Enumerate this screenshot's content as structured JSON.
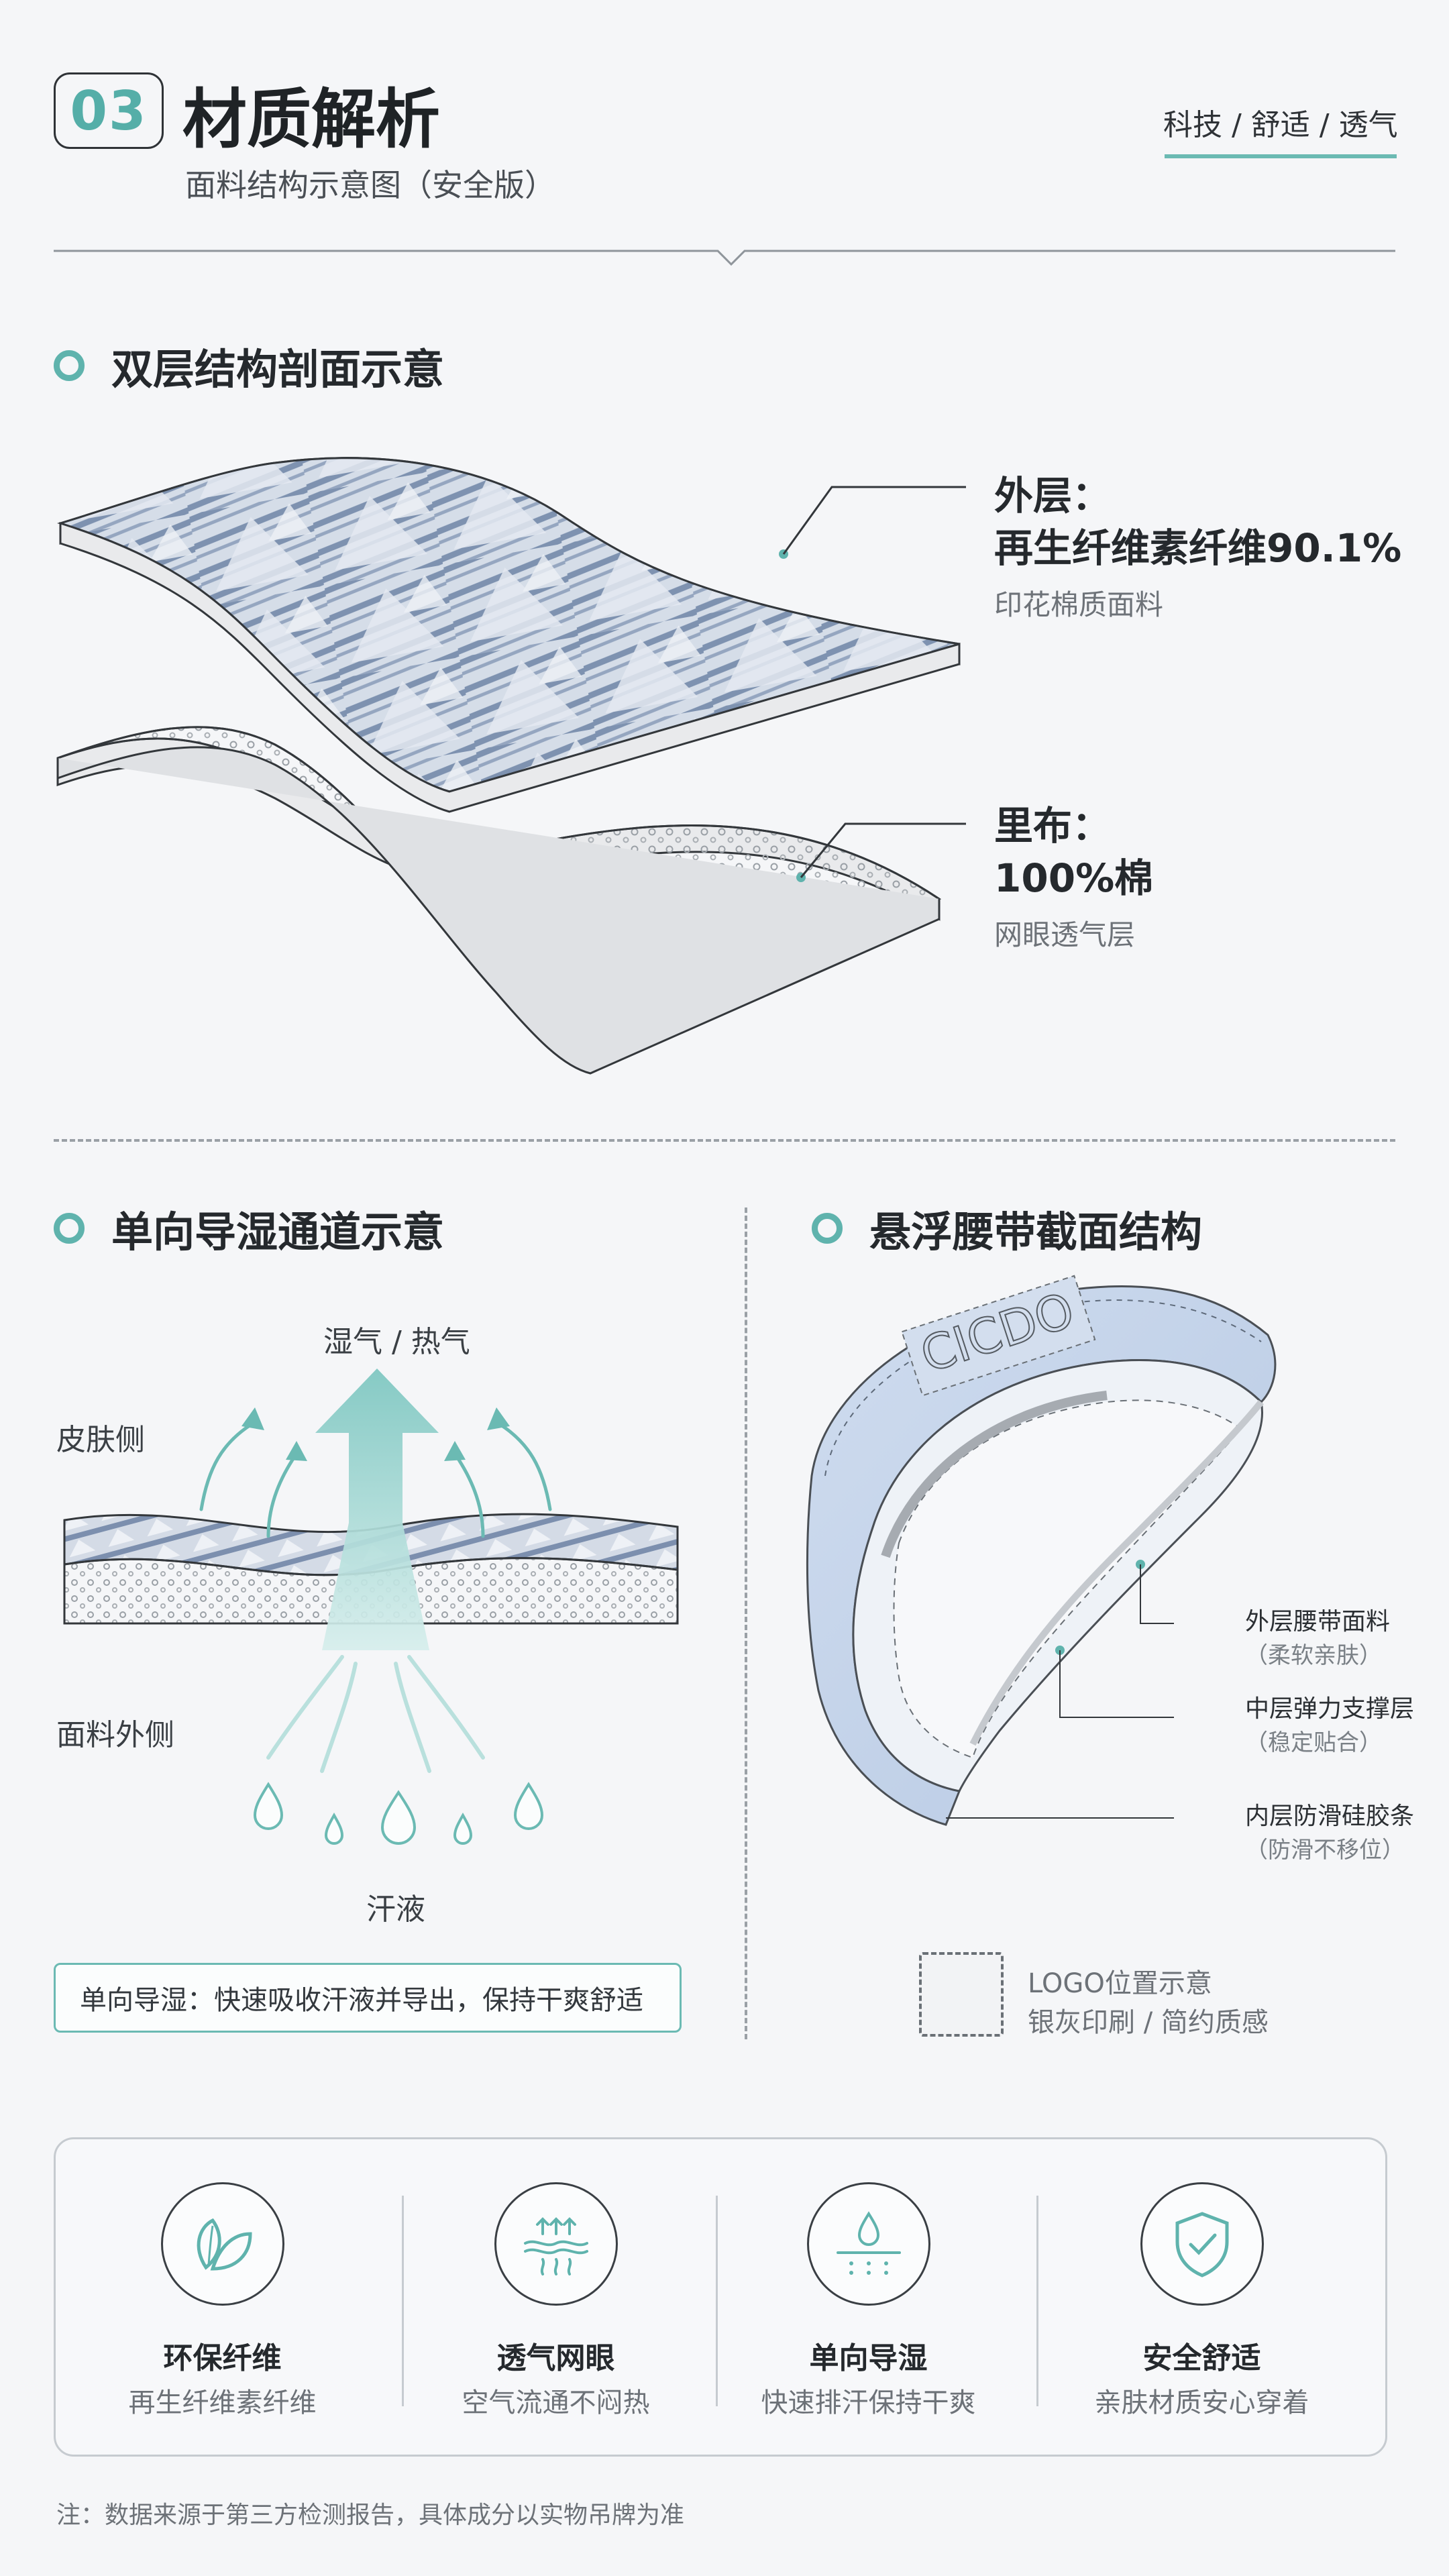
{
  "header": {
    "badge": "03",
    "title": "材质解析",
    "subtitle": "面料结构示意图（安全版）",
    "tags": "科技 / 舒适 / 透气"
  },
  "section1": {
    "heading": "双层结构剖面示意",
    "outer": {
      "title_line1": "外层：",
      "title_line2": "再生纤维素纤维90.1%",
      "sub": "印花棉质面料"
    },
    "inner": {
      "title_line1": "里布：",
      "title_line2": "100%棉",
      "sub": "网眼透气层"
    }
  },
  "section2": {
    "heading": "单向导湿通道示意",
    "top_label": "湿气 / 热气",
    "skin_side": "皮肤侧",
    "fabric_outer": "面料外侧",
    "sweat": "汗液",
    "callout": "单向导湿：快速吸收汗液并导出，保持干爽舒适"
  },
  "section3": {
    "heading": "悬浮腰带截面结构",
    "logo_on_belt": "CICDO",
    "layers": [
      {
        "name": "外层腰带面料",
        "desc": "（柔软亲肤）"
      },
      {
        "name": "中层弹力支撑层",
        "desc": "（稳定贴合）"
      },
      {
        "name": "内层防滑硅胶条",
        "desc": "（防滑不移位）"
      }
    ],
    "logo_note_line1": "LOGO位置示意",
    "logo_note_line2": "银灰印刷 / 简约质感"
  },
  "features": [
    {
      "icon": "leaves-icon",
      "title": "环保纤维",
      "sub": "再生纤维素纤维"
    },
    {
      "icon": "breathable-mesh-icon",
      "title": "透气网眼",
      "sub": "空气流通不闷热"
    },
    {
      "icon": "water-drop-icon",
      "title": "单向导湿",
      "sub": "快速排汗保持干爽"
    },
    {
      "icon": "shield-check-icon",
      "title": "安全舒适",
      "sub": "亲肤材质安心穿着"
    }
  ],
  "footnote": "注：数据来源于第三方检测报告，具体成分以实物吊牌为准",
  "colors": {
    "accent": "#5fb3ad",
    "text": "#2b2f33",
    "muted": "#6d7278",
    "background": "#f5f6f8"
  }
}
